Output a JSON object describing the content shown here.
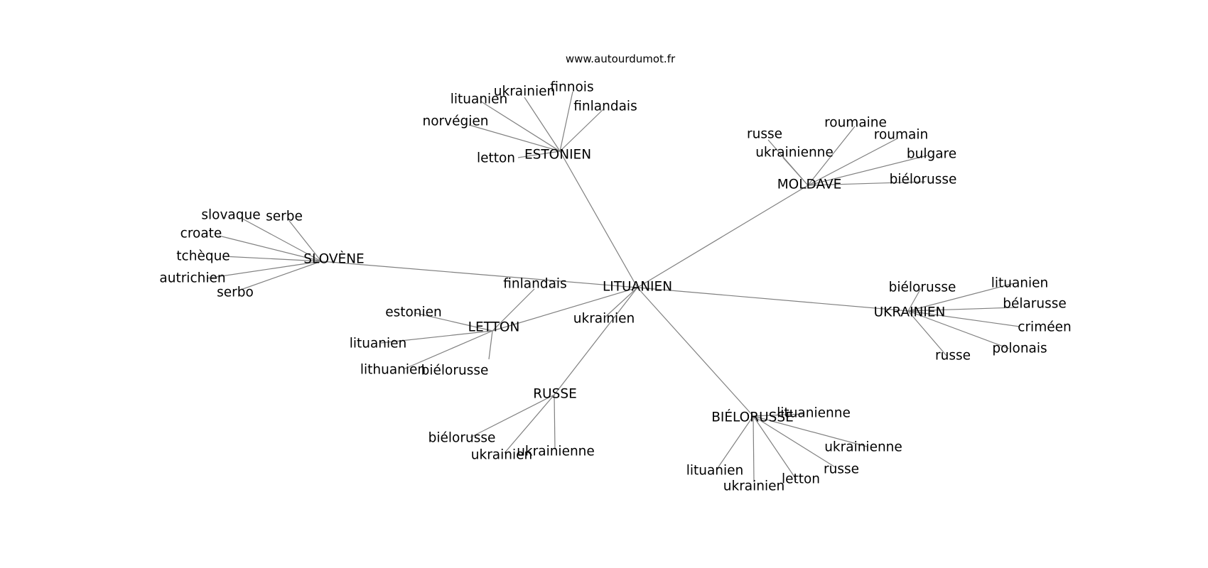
{
  "header": {
    "site": "www.autourdumot.fr"
  },
  "colors": {
    "edge": "#808080",
    "text": "#000000",
    "background": "#ffffff"
  },
  "graph": {
    "center": {
      "id": "lituanien",
      "label": "LITUANIEN"
    },
    "hubs": [
      {
        "id": "estonien",
        "label": "ESTONIEN",
        "leaves": [
          "lituanien",
          "ukrainien",
          "finnois",
          "finlandais",
          "norvégien",
          "letton"
        ]
      },
      {
        "id": "moldave",
        "label": "MOLDAVE",
        "leaves": [
          "russe",
          "roumaine",
          "roumain",
          "ukrainienne",
          "bulgare",
          "biélorusse"
        ]
      },
      {
        "id": "slovene",
        "label": "SLOVÈNE",
        "leaves": [
          "slovaque",
          "serbe",
          "croate",
          "tchèque",
          "autrichien",
          "serbo"
        ]
      },
      {
        "id": "letton",
        "label": "LETTON",
        "leaves": [
          "finlandais",
          "estonien",
          "lituanien",
          "lithuanien",
          "biélorusse"
        ]
      },
      {
        "id": "ukrainien",
        "label": "UKRAINIEN",
        "leaves": [
          "biélorusse",
          "lituanien",
          "bélarusse",
          "criméen",
          "polonais",
          "russe"
        ]
      },
      {
        "id": "russe",
        "label": "RUSSE",
        "leaves": [
          "biélorusse",
          "ukrainien",
          "ukrainienne"
        ]
      },
      {
        "id": "bielorusse",
        "label": "BIÉLORUSSE",
        "leaves": [
          "lituanienne",
          "ukrainienne",
          "russe",
          "lituanien",
          "ukrainien",
          "letton"
        ]
      }
    ],
    "direct_leaves": [
      "ukrainien"
    ]
  }
}
